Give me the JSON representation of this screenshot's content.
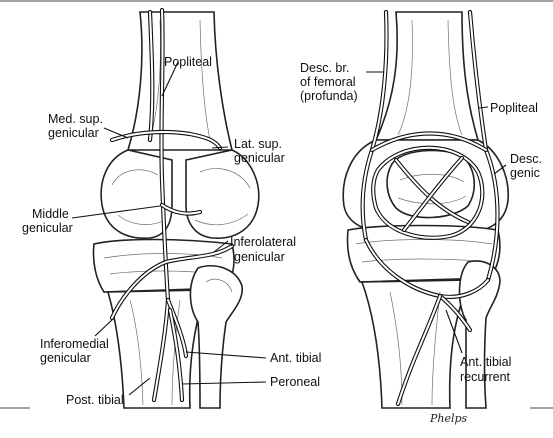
{
  "labels": {
    "left": {
      "popliteal": "Popliteal",
      "med_sup_line1": "Med. sup.",
      "med_sup_line2": "genicular",
      "middle_line1": "Middle",
      "middle_line2": "genicular",
      "inferomedial_line1": "Inferomedial",
      "inferomedial_line2": "genicular",
      "post_tibial": "Post. tibial",
      "lat_sup_line1": "Lat. sup.",
      "lat_sup_line2": "genicular",
      "inferolateral_line1": "Inferolateral",
      "inferolateral_line2": "genicular",
      "ant_tibial": "Ant. tibial",
      "peroneal": "Peroneal"
    },
    "right": {
      "desc_br_line1": "Desc. br.",
      "desc_br_line2": "of femoral",
      "desc_br_line3": "(profunda)",
      "popliteal": "Popliteal",
      "desc_genic_line1": "Desc.",
      "desc_genic_line2": "genic",
      "ant_tibial_recurrent_line1": "Ant. tibial",
      "ant_tibial_recurrent_line2": "recurrent"
    }
  },
  "signature": "Phelps"
}
